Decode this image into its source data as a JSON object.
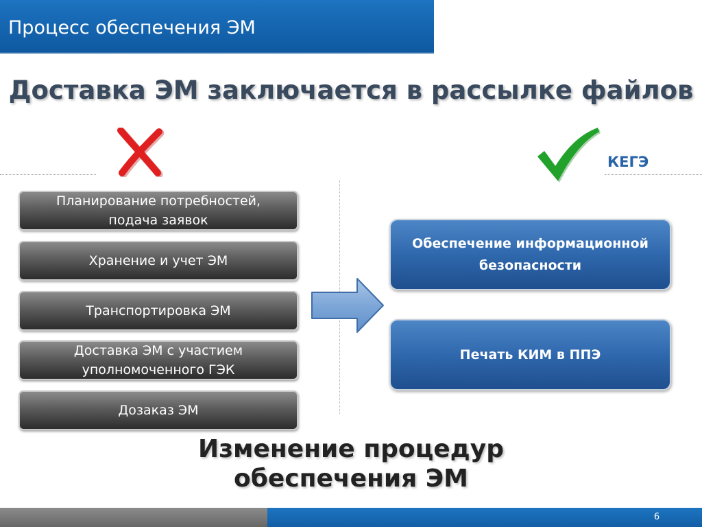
{
  "header": {
    "title": "Процесс обеспечения ЭМ"
  },
  "subtitle": "Доставка ЭМ заключается в рассылке файлов",
  "left_column": {
    "status_icon": "cross-icon",
    "items": [
      {
        "lines": [
          "Планирование потребностей,",
          "подача заявок"
        ]
      },
      {
        "lines": [
          "Хранение и учет ЭМ"
        ]
      },
      {
        "lines": [
          "Транспортировка ЭМ"
        ]
      },
      {
        "lines": [
          "Доставка ЭМ с участием",
          "уполномоченного ГЭК"
        ]
      },
      {
        "lines": [
          "Дозаказ ЭМ"
        ]
      }
    ]
  },
  "right_column": {
    "status_icon": "check-icon",
    "label": "КЕГЭ",
    "items": [
      {
        "lines": [
          "Обеспечение информационной",
          "безопасности"
        ]
      },
      {
        "lines": [
          "Печать КИМ в ППЭ"
        ]
      }
    ]
  },
  "transition_icon": "arrow-right-icon",
  "conclusion": {
    "lines": [
      "Изменение процедур",
      "обеспечения ЭМ"
    ]
  },
  "footer": {
    "page_number": "6"
  },
  "colors": {
    "brand_blue": "#1565b0",
    "cross_red": "#e02020",
    "check_green": "#22a22a",
    "kege_blue": "#2a64a8"
  }
}
